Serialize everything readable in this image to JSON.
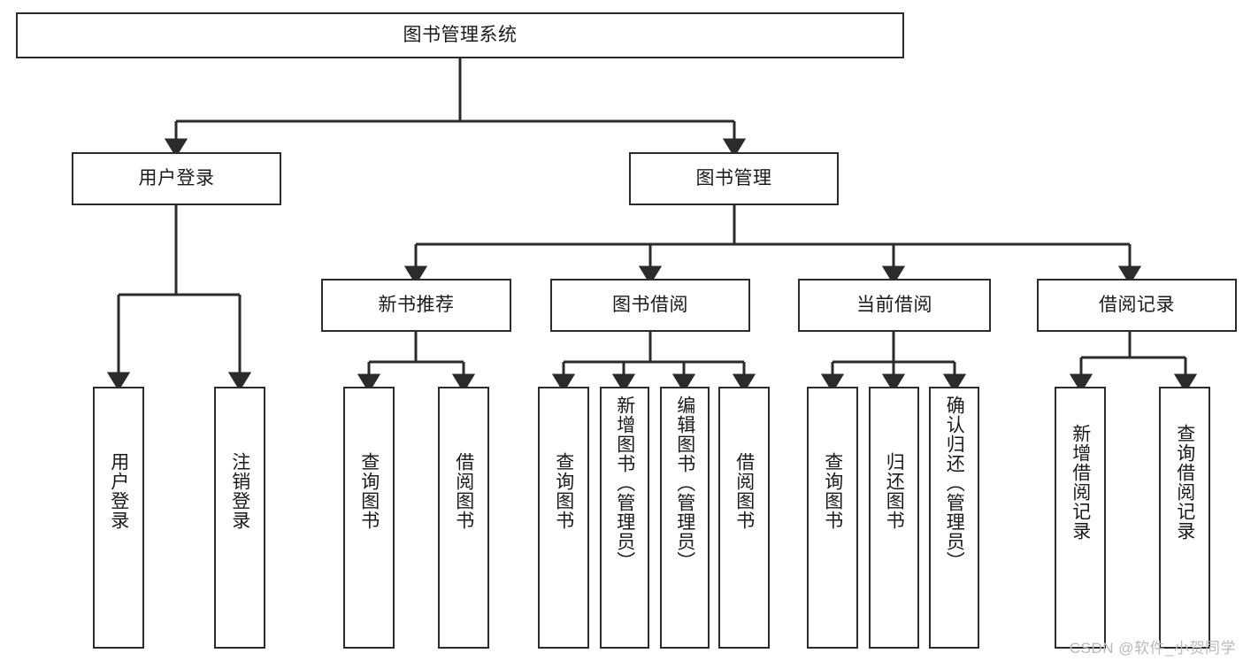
{
  "diagram": {
    "title_node": {
      "id": "root",
      "label": "图书管理系统"
    },
    "level2": [
      {
        "id": "user-login",
        "label": "用户登录"
      },
      {
        "id": "book-management",
        "label": "图书管理"
      }
    ],
    "level3": [
      {
        "id": "new-book-recommend",
        "label": "新书推荐"
      },
      {
        "id": "book-borrow",
        "label": "图书借阅"
      },
      {
        "id": "current-borrow",
        "label": "当前借阅"
      },
      {
        "id": "borrow-record",
        "label": "借阅记录"
      }
    ],
    "leaves": [
      {
        "id": "leaf-user-login",
        "label": "用户登录",
        "parent": "user-login"
      },
      {
        "id": "leaf-user-logout",
        "label": "注销登录",
        "parent": "user-login"
      },
      {
        "id": "leaf-query-book-1",
        "label": "查询图书",
        "parent": "new-book-recommend"
      },
      {
        "id": "leaf-borrow-book-1",
        "label": "借阅图书",
        "parent": "new-book-recommend"
      },
      {
        "id": "leaf-query-book-2",
        "label": "查询图书",
        "parent": "book-borrow"
      },
      {
        "id": "leaf-add-book",
        "label": "新增图书（管理员）",
        "parent": "book-borrow"
      },
      {
        "id": "leaf-edit-book",
        "label": "编辑图书（管理员）",
        "parent": "book-borrow"
      },
      {
        "id": "leaf-borrow-book-2",
        "label": "借阅图书",
        "parent": "book-borrow"
      },
      {
        "id": "leaf-query-book-3",
        "label": "查询图书",
        "parent": "current-borrow"
      },
      {
        "id": "leaf-return-book",
        "label": "归还图书",
        "parent": "current-borrow"
      },
      {
        "id": "leaf-confirm-return",
        "label": "确认归还（管理员）",
        "parent": "current-borrow"
      },
      {
        "id": "leaf-add-borrow-record",
        "label": "新增借阅记录",
        "parent": "borrow-record"
      },
      {
        "id": "leaf-query-borrow-record",
        "label": "查询借阅记录",
        "parent": "borrow-record"
      }
    ],
    "colors": {
      "stroke": "#2b2b2b",
      "fill": "#ffffff",
      "text": "#1a1a1a",
      "watermark": "#b9b9b9"
    }
  },
  "watermark": {
    "text": "CSDN @软件_小贺同学"
  }
}
